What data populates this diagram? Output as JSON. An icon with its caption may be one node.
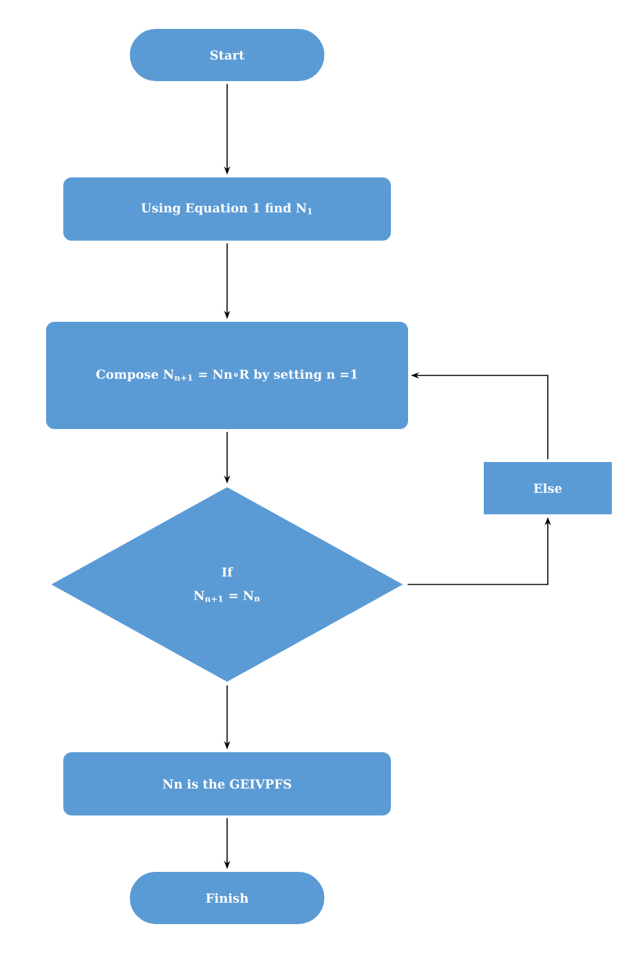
{
  "diagram": {
    "nodes": [
      {
        "text": [
          "Start"
        ]
      },
      {
        "text": [
          "Using Equation 1 find N$_{1}$"
        ]
      },
      {
        "text": [
          "Compose N$_{n+1}$ = Nn∘R by setting n =1"
        ]
      },
      {
        "text": [
          "If",
          "N$_{n+1}$ = N$_{n}$"
        ]
      },
      {
        "text": [
          "Else"
        ]
      },
      {
        "text": [
          "Nn is the GEIVPFS"
        ]
      },
      {
        "text": [
          "Finish"
        ]
      }
    ],
    "edges": [
      {
        "from": 0,
        "to": 1,
        "arrow": "to"
      },
      {
        "from": 1,
        "to": 2,
        "arrow": "to"
      },
      {
        "from": 2,
        "to": 3,
        "arrow": "to"
      },
      {
        "from": 3,
        "to": 4,
        "arrow": "to"
      },
      {
        "from": 4,
        "to": 2,
        "arrow": "to"
      },
      {
        "from": 3,
        "to": 5,
        "arrow": "to"
      },
      {
        "from": 5,
        "to": 6,
        "arrow": "to"
      }
    ]
  }
}
